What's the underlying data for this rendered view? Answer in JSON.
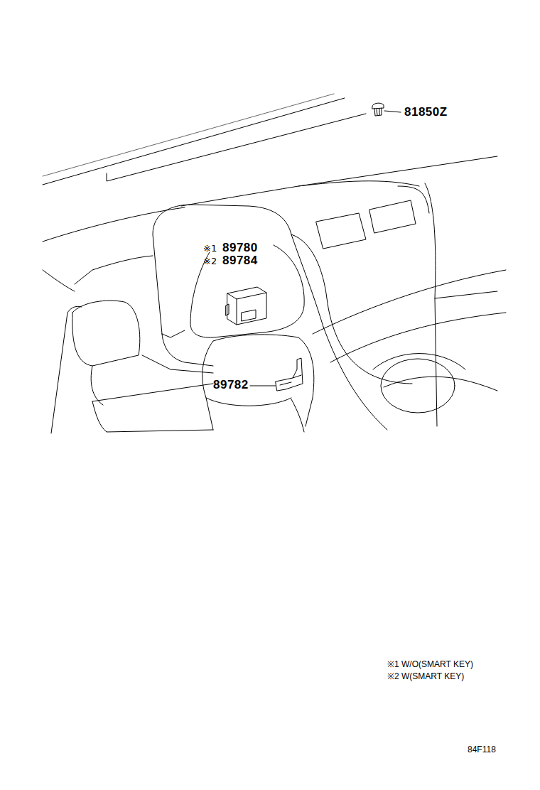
{
  "diagram": {
    "labels": [
      "81850Z",
      "※1",
      "89780",
      "※2",
      "89784",
      "89782",
      "※1 W/O(SMART KEY)",
      "※2 W(SMART KEY)",
      "84F118"
    ]
  }
}
